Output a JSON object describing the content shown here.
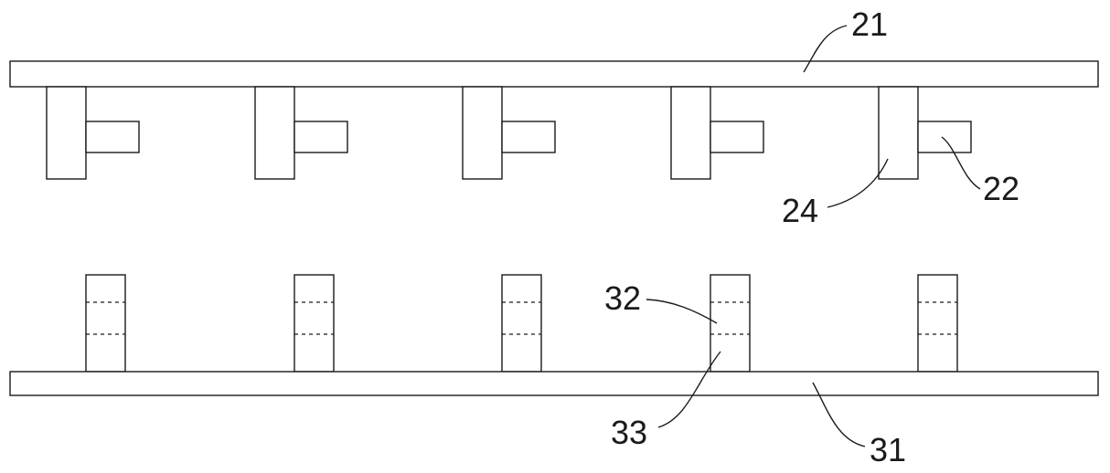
{
  "figure": {
    "labels": {
      "top_plate": "21",
      "side_block": "22",
      "post": "24",
      "upper_slot": "32",
      "lower_slot": "33",
      "bottom_plate": "31"
    },
    "top_assembly": {
      "post_count": 5
    },
    "bottom_assembly": {
      "socket_count": 5
    },
    "colors": {
      "line": "#1a1a1a",
      "background": "#ffffff"
    }
  }
}
